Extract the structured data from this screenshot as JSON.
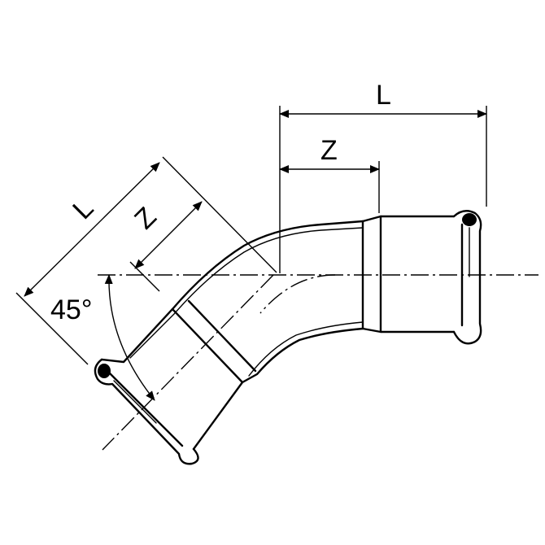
{
  "diagram": {
    "title": "",
    "labels": {
      "length_horizontal": "L",
      "insertion_horizontal": "Z",
      "length_angled": "L",
      "insertion_angled": "Z",
      "angle": "45°"
    },
    "colors": {
      "line": "#000000",
      "background": "#ffffff"
    }
  }
}
